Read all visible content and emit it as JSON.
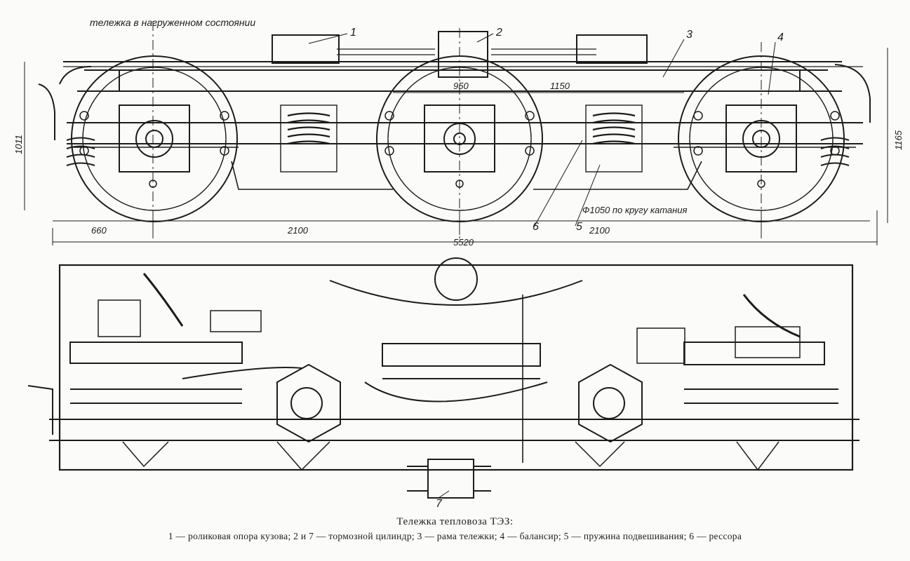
{
  "heading": "тележка в нагруженном состоянии",
  "callouts": {
    "c1": "1",
    "c2": "2",
    "c3": "3",
    "c4": "4",
    "c5": "5",
    "c6": "6",
    "c7": "7"
  },
  "dimensions": {
    "d950": "950",
    "d1150": "1150",
    "d1011": "1011",
    "d1165": "1165",
    "d660": "660",
    "d2100a": "2100",
    "d2100b": "2100",
    "d5520": "5520",
    "wheel_note": "Ф1050 по кругу катания"
  },
  "caption": {
    "title": "Тележка тепловоза ТЭЗ:",
    "legend": "1 — роликовая опора кузова; 2 и 7 — тормозной цилиндр; 3 — рама тележки; 4 — балансир; 5 — пружина  подвешивания; 6 — рессора"
  }
}
